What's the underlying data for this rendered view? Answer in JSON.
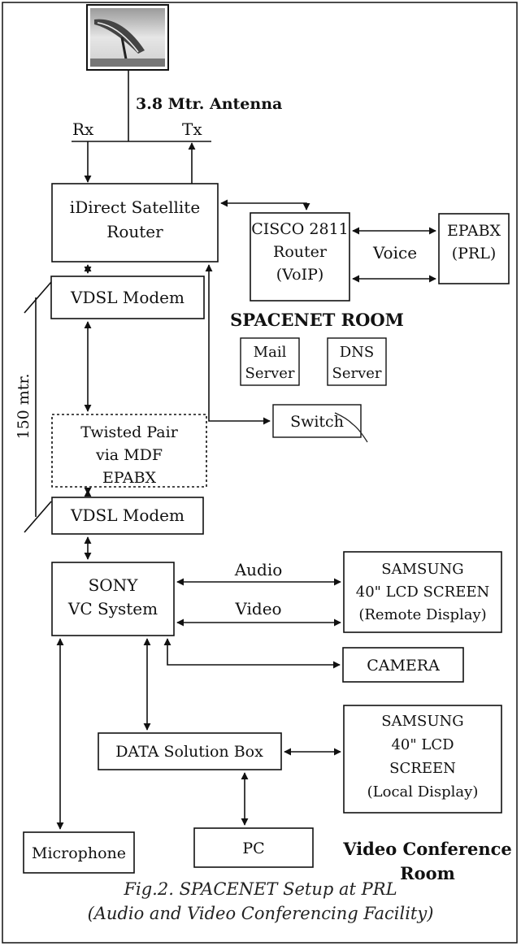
{
  "antenna": {
    "label": "3.8 Mtr. Antenna",
    "rx": "Rx",
    "tx": "Tx"
  },
  "boxes": {
    "satellite_router": [
      "iDirect Satellite",
      "Router"
    ],
    "cisco_router": [
      "CISCO 2811",
      "Router",
      "(VoIP)"
    ],
    "epabx": [
      "EPABX",
      "(PRL)"
    ],
    "vdsl_top": [
      "VDSL Modem"
    ],
    "mail_server": [
      "Mail",
      "Server"
    ],
    "dns_server": [
      "DNS",
      "Server"
    ],
    "twisted_pair": [
      "Twisted Pair",
      "via MDF",
      "EPABX"
    ],
    "switch": [
      "Switch"
    ],
    "vdsl_bottom": [
      "VDSL Modem"
    ],
    "sony_vc": [
      "SONY",
      "VC System"
    ],
    "samsung_remote": [
      "SAMSUNG",
      "40\" LCD SCREEN",
      "(Remote Display)"
    ],
    "camera": [
      "CAMERA"
    ],
    "data_box": [
      "DATA Solution Box"
    ],
    "samsung_local": [
      "SAMSUNG",
      "40\" LCD",
      "SCREEN",
      "(Local Display)"
    ],
    "microphone": [
      "Microphone"
    ],
    "pc": [
      "PC"
    ]
  },
  "labels": {
    "voice": "Voice",
    "audio": "Audio",
    "video": "Video",
    "distance": "150 mtr.",
    "spacenet_room": "SPACENET ROOM",
    "vc_room": [
      "Video Conference",
      "Room"
    ]
  },
  "caption": {
    "line1": "Fig.2. SPACENET Setup at PRL",
    "line2": "(Audio and Video Conferencing Facility)"
  }
}
